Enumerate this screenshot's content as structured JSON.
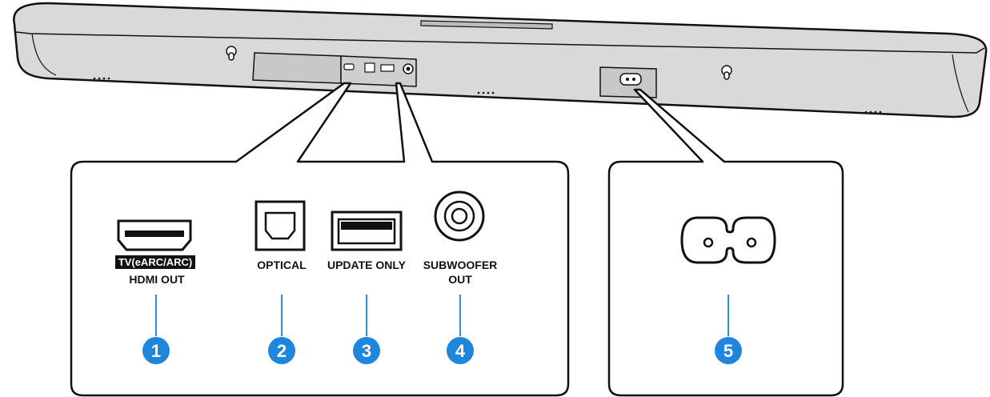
{
  "ports": [
    {
      "number": "1",
      "label_highlight": "TV(eARC/ARC)",
      "label": "HDMI OUT",
      "icon": "hdmi-port-icon"
    },
    {
      "number": "2",
      "label": "OPTICAL",
      "icon": "optical-port-icon"
    },
    {
      "number": "3",
      "label": "UPDATE ONLY",
      "icon": "usb-port-icon"
    },
    {
      "number": "4",
      "label_line1": "SUBWOOFER",
      "label_line2": "OUT",
      "icon": "subwoofer-out-icon"
    },
    {
      "number": "5",
      "icon": "power-inlet-icon"
    }
  ],
  "colors": {
    "callout_badge": "#1f86dd",
    "leader_line": "#2b8fe0",
    "soundbar_body": "#d9d9d9",
    "outline": "#111111"
  }
}
